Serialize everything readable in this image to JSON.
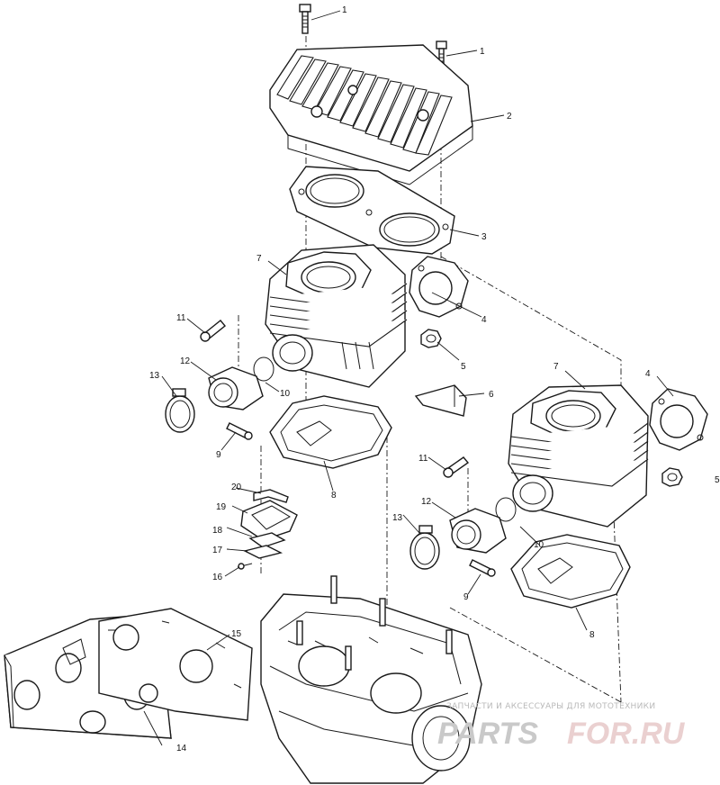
{
  "callouts": {
    "c1a": "1",
    "c1b": "1",
    "c2": "2",
    "c3": "3",
    "c4a": "4",
    "c4b": "4",
    "c5a": "5",
    "c5b": "5",
    "c6": "6",
    "c7a": "7",
    "c7b": "7",
    "c8a": "8",
    "c8b": "8",
    "c9a": "9",
    "c9b": "9",
    "c10a": "10",
    "c10b": "10",
    "c11a": "11",
    "c11b": "11",
    "c12a": "12",
    "c12b": "12",
    "c13a": "13",
    "c13b": "13",
    "c14": "14",
    "c15": "15",
    "c16": "16",
    "c17": "17",
    "c18": "18",
    "c19": "19",
    "c20": "20"
  },
  "watermark": {
    "tagline": "ЗАПЧАСТИ И АКСЕССУАРЫ ДЛЯ МОТОТЕХНИКИ",
    "logo_left": "PARTS",
    "logo_right": "FOR.RU"
  }
}
